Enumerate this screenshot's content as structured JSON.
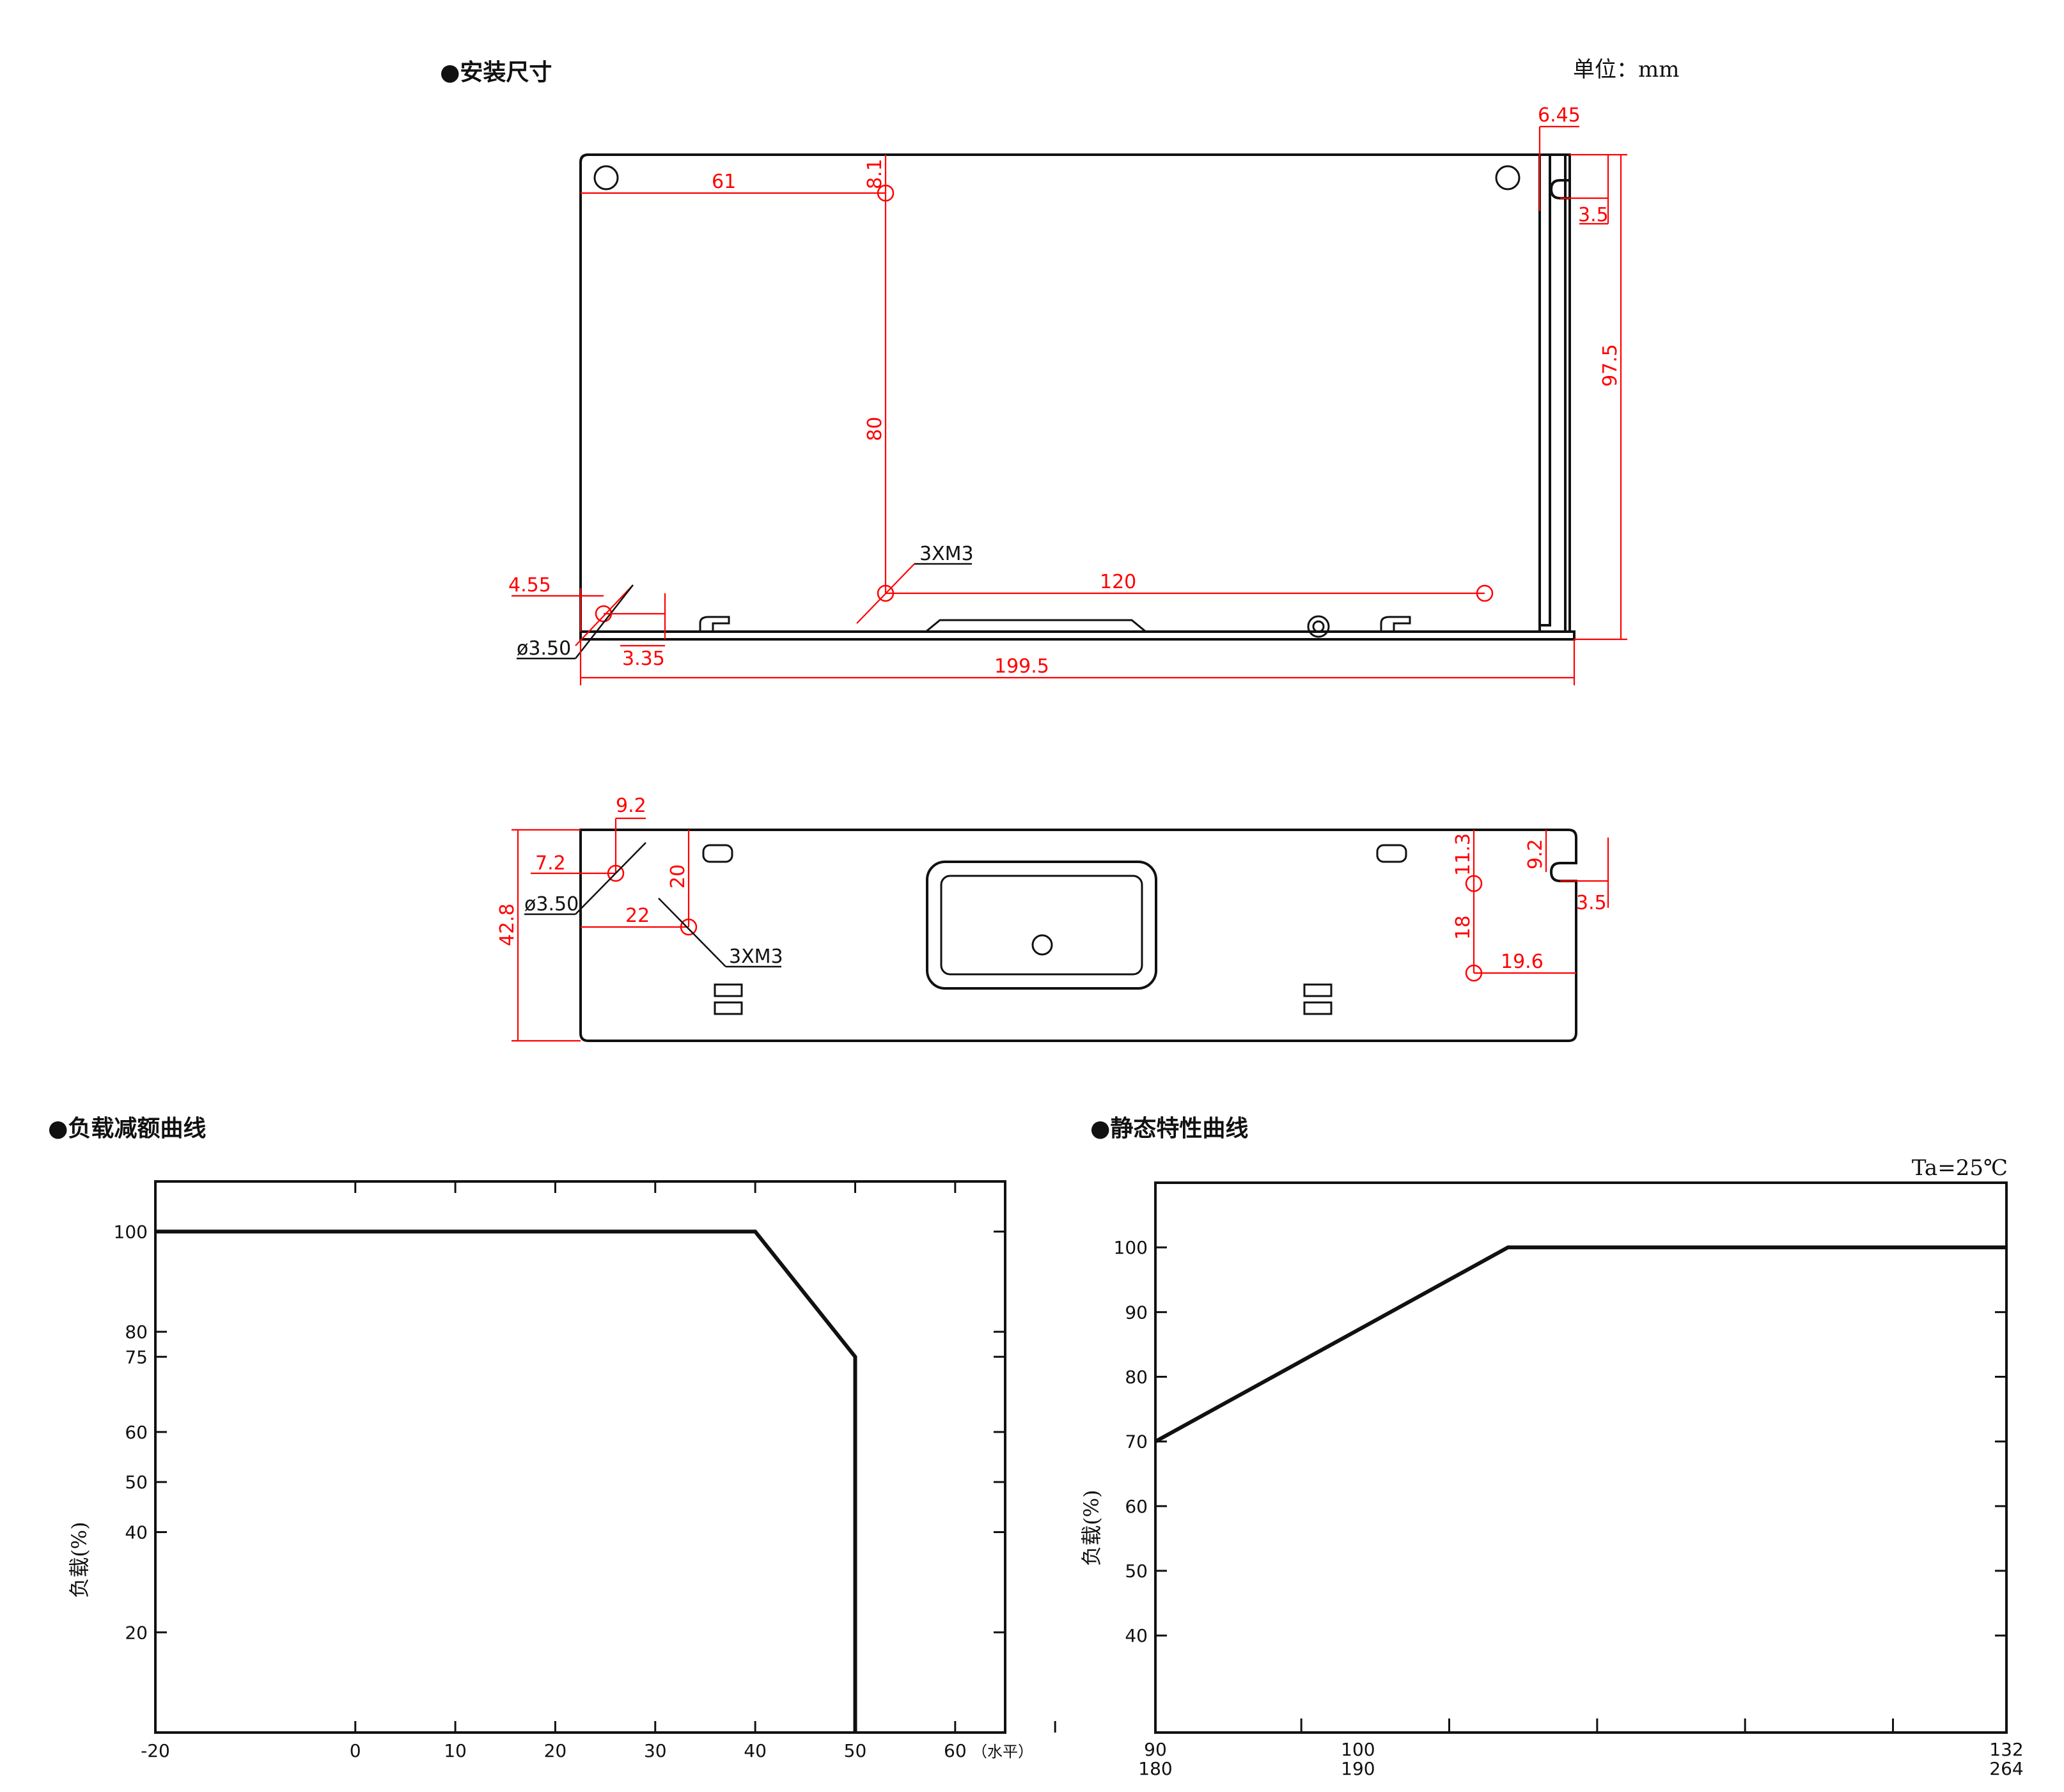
{
  "headings": {
    "install": "●安装尺寸",
    "unit": "单位：mm",
    "derating": "●负载减额曲线",
    "static": "●静态特性曲线"
  },
  "top_view": {
    "dim_61": "61",
    "dim_8_1": "8.1",
    "dim_80": "80",
    "dim_6_45": "6.45",
    "dim_3_5": "3.5",
    "dim_97_5": "97.5",
    "dim_4_55": "4.55",
    "dim_phi": "ø3.50",
    "dim_3_35": "3.35",
    "dim_3xm3": "3XM3",
    "dim_120": "120",
    "dim_199_5": "199.5"
  },
  "side_view": {
    "dim_9_2": "9.2",
    "dim_7_2": "7.2",
    "dim_20": "20",
    "dim_phi": "ø3.50",
    "dim_42_8": "42.8",
    "dim_22": "22",
    "dim_3xm3": "3XM3",
    "dim_11_3": "11.3",
    "dim_9_2_right": "9.2",
    "dim_3_5": "3.5",
    "dim_18": "18",
    "dim_19_6": "19.6"
  },
  "chart_data": [
    {
      "type": "line",
      "title": "●负载减额曲线",
      "ylabel": "负载(%)",
      "xlabel": "（水平）",
      "x_ticks": [
        "-20",
        "0",
        "10",
        "20",
        "30",
        "40",
        "50",
        "60"
      ],
      "y_ticks": [
        "20",
        "40",
        "50",
        "60",
        "75",
        "80",
        "100"
      ],
      "xlim": [
        -20,
        65
      ],
      "ylim": [
        0,
        110
      ],
      "series": [
        {
          "x": [
            -20,
            40,
            50,
            50
          ],
          "y": [
            100,
            100,
            75,
            0
          ]
        }
      ]
    },
    {
      "type": "line",
      "title": "●静态特性曲线",
      "ylabel": "负载(%)",
      "annotation": "Ta=25℃",
      "x_ticks_top": [
        "90",
        "100",
        "132"
      ],
      "x_ticks_bottom": [
        "180",
        "190",
        "264"
      ],
      "y_ticks": [
        "40",
        "50",
        "60",
        "70",
        "80",
        "90",
        "100"
      ],
      "xlim": [
        90,
        132
      ],
      "ylim": [
        25,
        110
      ],
      "series": [
        {
          "x": [
            90,
            107.4,
            132
          ],
          "y": [
            70,
            100,
            100
          ]
        }
      ]
    }
  ]
}
